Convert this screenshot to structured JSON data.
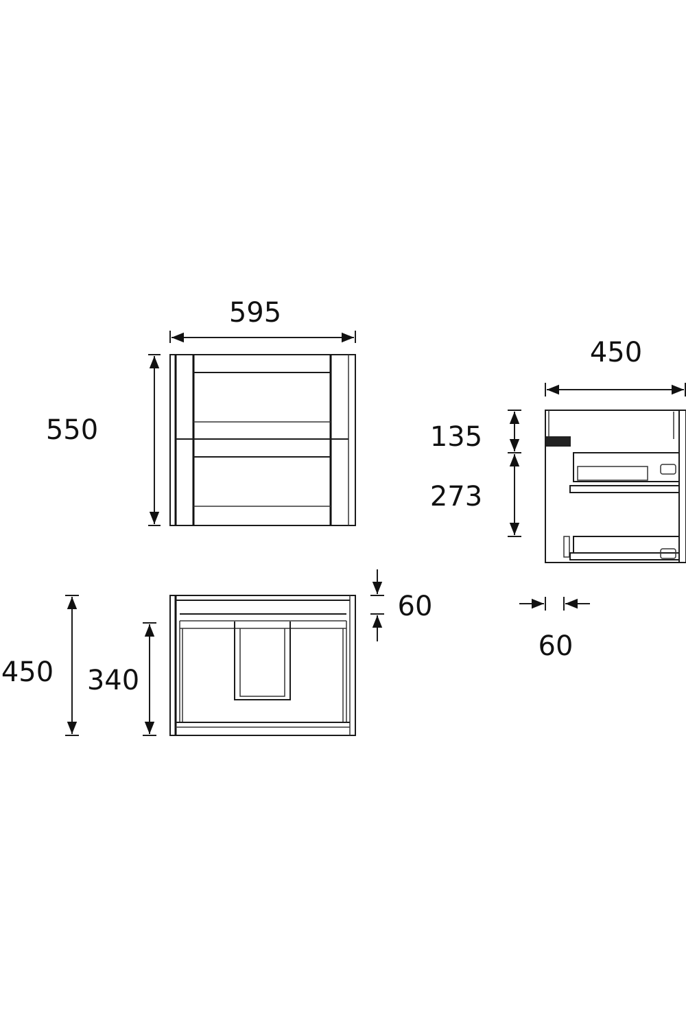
{
  "drawing": {
    "front_view": {
      "width_label": "595",
      "height_label": "550"
    },
    "side_view": {
      "depth_label": "450",
      "top_drawer_label": "135",
      "lower_drawer_label": "273",
      "back_offset_label": "60"
    },
    "plan_view": {
      "depth_label": "450",
      "inner_depth_label": "340",
      "top_band_label": "60"
    }
  }
}
